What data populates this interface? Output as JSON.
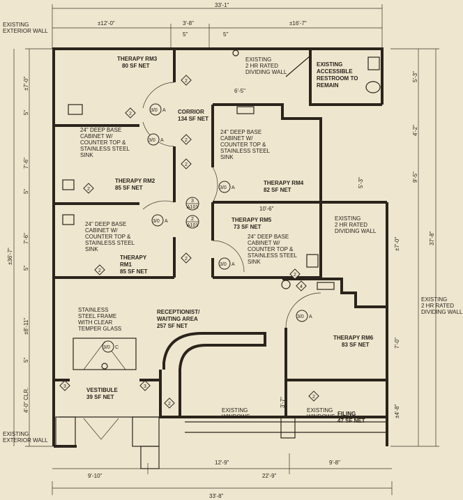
{
  "dimensions": {
    "top_total": "33'-1\"",
    "top_left": "±12'-0\"",
    "top_mid": "3'-8\"",
    "top_right": "±16'-7\"",
    "door_5a": "5\"",
    "door_5b": "5\"",
    "corr_width": "6'-5\"",
    "rm5_width": "10'-6\"",
    "bottom_mid_left": "12'-9\"",
    "bottom_mid_right": "9'-8\"",
    "bottom_left": "9'-10\"",
    "bottom_right": "22'-9\"",
    "bottom_total": "33'-8\"",
    "left_overall": "±36'-7\"",
    "left_1": "±7'-0\"",
    "left_2": "5\"",
    "left_3": "7'-6\"",
    "left_4": "5\"",
    "left_5": "7'-6\"",
    "left_6": "5\"",
    "left_7": "±8'-11\"",
    "left_8": "5\"",
    "left_9": "4'-0\" CLR.",
    "right_1": "5'-3\"",
    "right_2": "4'-2\"",
    "right_3": "9'-5\"",
    "right_4": "5'-3\"",
    "right_5": "±7'-0\"",
    "right_6": "37'-8\"",
    "right_7": "7'-0\"",
    "right_8": "±4'-8\"",
    "vest_mid": "3'-7\""
  },
  "rooms": {
    "rm3_name": "THERAPY RM3",
    "rm3_area": "80 SF NET",
    "corridor_name": "CORRIOR",
    "corridor_area": "134 SF NET",
    "rm2_name": "THERAPY RM2",
    "rm2_area": "85 SF NET",
    "rm4_name": "THERAPY RM4",
    "rm4_area": "82 SF NET",
    "rm5_name": "THERAPY RM5",
    "rm5_area": "73 SF NET",
    "rm1_name_1": "THERAPY",
    "rm1_name_2": "RM1",
    "rm1_area": "85 SF NET",
    "recep_name_1": "RECEPTIONIST/",
    "recep_name_2": "WAITING AREA",
    "recep_area": "257 SF NET",
    "rm6_name": "THERAPY RM6",
    "rm6_area": "83 SF NET",
    "vest_name": "VESTIBULE",
    "vest_area": "39 SF NET",
    "filing_name": "FILING",
    "filing_area": "47 SF NET"
  },
  "notes": {
    "ext_wall_top_1": "EXISTING",
    "ext_wall_top_2": "EXTERIOR WALL",
    "ext_wall_bot_1": "EXISTING",
    "ext_wall_bot_2": "EXTERIOR WALL",
    "div_top_1": "EXISTING",
    "div_top_2": "2 HR RATED",
    "div_top_3": "DIVIDING WALL",
    "restroom_1": "EXISTING",
    "restroom_2": "ACCESSIBLE",
    "restroom_3": "RESTROOM TO",
    "restroom_4": "REMAIN",
    "cab_rm2_1": "24\" DEEP BASE",
    "cab_rm2_2": "CABINET W/",
    "cab_rm2_3": "COUNTER TOP &",
    "cab_rm2_4": "STAINLESS STEEL",
    "cab_rm2_5": "SINK",
    "cab_rm4_1": "24\" DEEP BASE",
    "cab_rm4_2": "CABINET W/",
    "cab_rm4_3": "COUNTER TOP &",
    "cab_rm4_4": "STAINLESS STEEL",
    "cab_rm4_5": "SINK",
    "cab_rm1_1": "24\" DEEP BASE",
    "cab_rm1_2": "CABINET W/",
    "cab_rm1_3": "COUNTER TOP &",
    "cab_rm1_4": "STAINLESS STEEL",
    "cab_rm1_5": "SINK",
    "cab_rm5_1": "24\" DEEP BASE",
    "cab_rm5_2": "CABINET W/",
    "cab_rm5_3": "COUNTER TOP &",
    "cab_rm5_4": "STAINLESS STEEL",
    "cab_rm5_5": "SINK",
    "div_mid_1": "EXISTING",
    "div_mid_2": "2 HR RATED",
    "div_mid_3": "DIVIDING WALL",
    "div_right_1": "EXISTING",
    "div_right_2": "2 HR RATED",
    "div_right_3": "DIVIDING WALL",
    "glass_1": "STAINLESS",
    "glass_2": "STEEL FRAME",
    "glass_3": "WITH CLEAR",
    "glass_4": "TEMPER GLASS",
    "windows_1_1": "EXISTING",
    "windows_1_2": "WINDOWS",
    "windows_2_1": "EXISTING",
    "windows_2_2": "WINDOWS"
  },
  "tags": {
    "door_tag": "3/0",
    "door_suffix": "A",
    "door_suffix_c": "C",
    "wall_tag": "2",
    "wall_tag_3": "3",
    "wall_tag_4": "4",
    "section_num": "3",
    "section_sheet_1": "A101",
    "section_num_2": "2",
    "section_sheet_2": "A101"
  }
}
